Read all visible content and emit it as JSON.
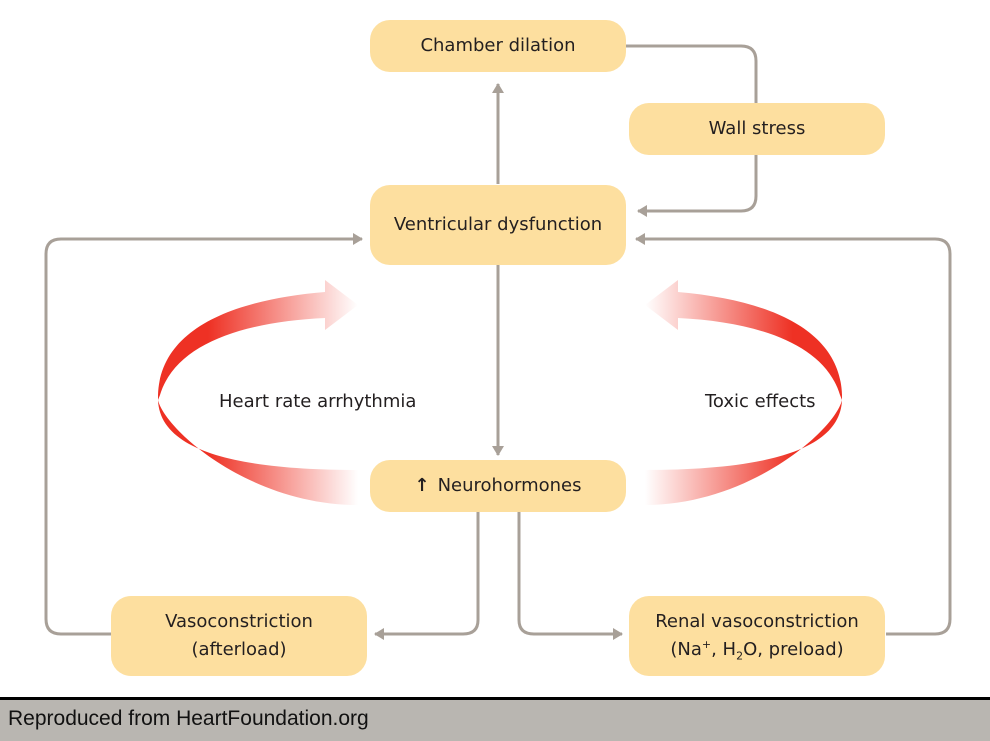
{
  "diagram": {
    "title": "Heart failure neurohormonal cycle",
    "nodes": {
      "chamber_dilation": "Chamber dilation",
      "wall_stress": "Wall stress",
      "ventricular_dysfunction": "Ventricular dysfunction",
      "neurohormones_arrow": "↑",
      "neurohormones": "Neurohormones",
      "vasoconstriction_line1": "Vasoconstriction",
      "vasoconstriction_line2": "(afterload)",
      "renal_line1": "Renal vasoconstriction",
      "renal_line2_a": "(Na",
      "renal_line2_sup": "+",
      "renal_line2_b": ", H",
      "renal_line2_sub": "2",
      "renal_line2_c": "O, preload)"
    },
    "loop_labels": {
      "left": "Heart rate arrhythmia",
      "right": "Toxic effects"
    },
    "colors": {
      "node_fill": "#fddf9f",
      "connector": "#a8a098",
      "loop_arrow": "#ee3124",
      "text": "#231f20"
    },
    "edges": [
      {
        "from": "Ventricular dysfunction",
        "to": "Chamber dilation"
      },
      {
        "from": "Chamber dilation",
        "to": "Wall stress"
      },
      {
        "from": "Wall stress",
        "to": "Ventricular dysfunction"
      },
      {
        "from": "Ventricular dysfunction",
        "to": "Neurohormones"
      },
      {
        "from": "Neurohormones",
        "to": "Vasoconstriction (afterload)"
      },
      {
        "from": "Neurohormones",
        "to": "Renal vasoconstriction (Na+, H2O, preload)"
      },
      {
        "from": "Vasoconstriction (afterload)",
        "to": "Ventricular dysfunction"
      },
      {
        "from": "Renal vasoconstriction (Na+, H2O, preload)",
        "to": "Ventricular dysfunction"
      },
      {
        "from": "Neurohormones",
        "to": "Ventricular dysfunction",
        "label": "Heart rate arrhythmia"
      },
      {
        "from": "Neurohormones",
        "to": "Ventricular dysfunction",
        "label": "Toxic effects"
      }
    ]
  },
  "footer": {
    "credit": "Reproduced from HeartFoundation.org"
  }
}
